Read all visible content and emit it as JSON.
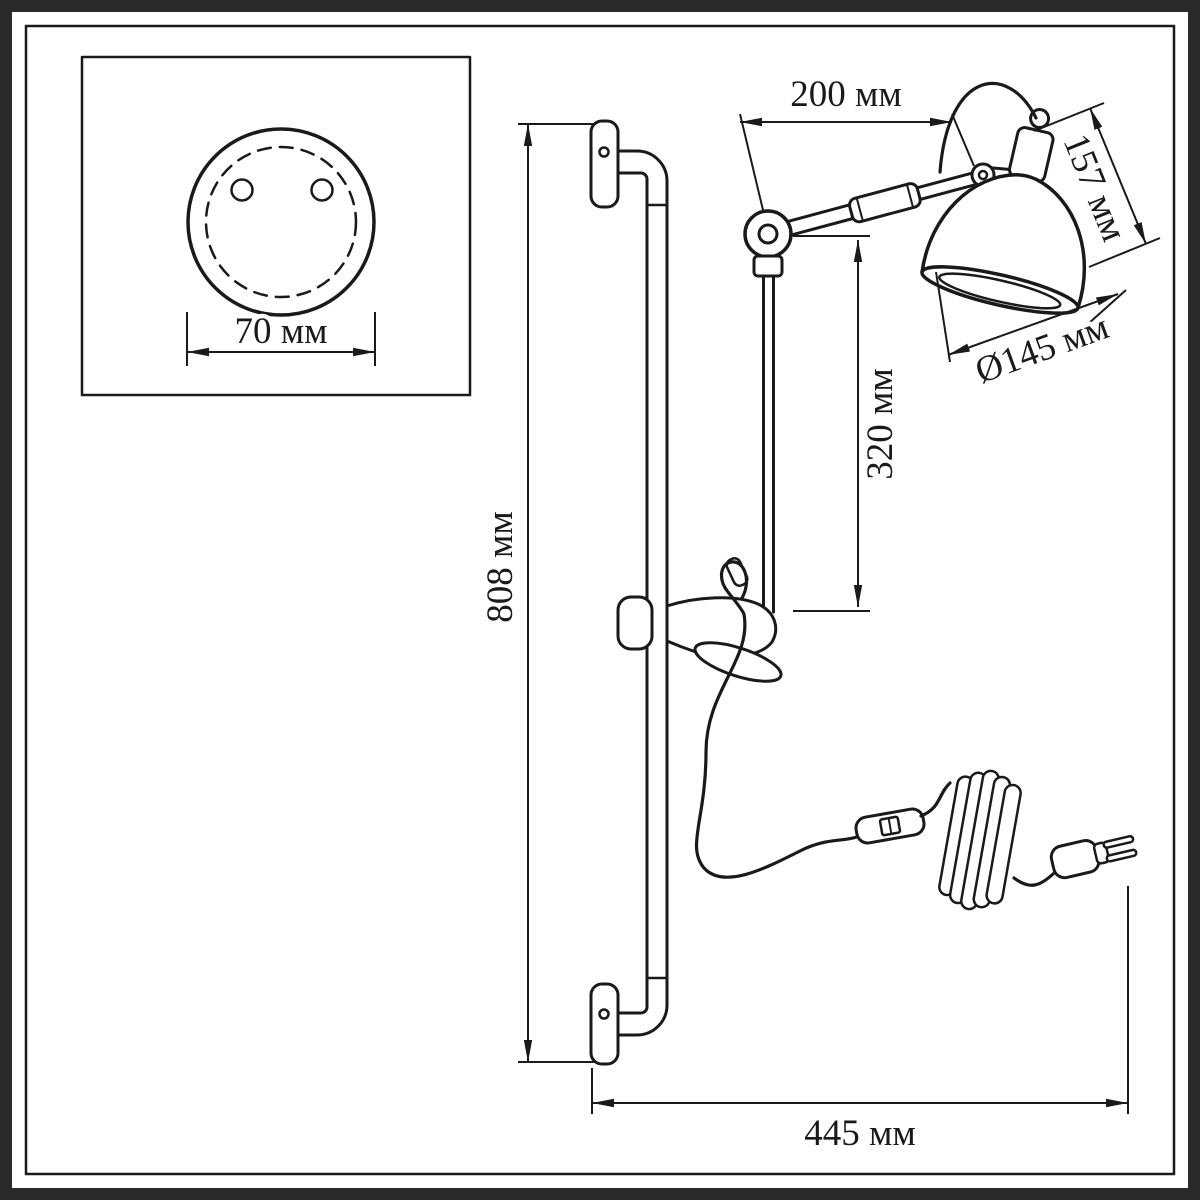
{
  "drawing": {
    "type": "technical-dimension-drawing",
    "subject": "wall-mounted adjustable spot lamp on slide bar with cord, inline switch and plug",
    "units": "мм"
  },
  "labels": {
    "mount_plate_width": "70 мм",
    "arm_length": "200 мм",
    "shade_height": "157 мм",
    "shade_diameter": "Ø145 мм",
    "pivot_to_slider": "320 мм",
    "bar_height": "808 мм",
    "overall_width": "445 мм"
  },
  "colors": {
    "line": "#1a1a1a",
    "frame": "#2b2b2b",
    "background": "#ffffff"
  }
}
